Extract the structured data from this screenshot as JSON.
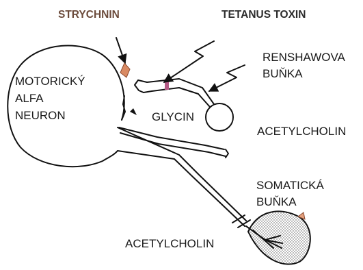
{
  "labels": {
    "strychnin": "STRYCHNIN",
    "tetanus_toxin": "TETANUS TOXIN",
    "neuron_line1": "MOTORICKÝ",
    "neuron_line2": "ALFA",
    "neuron_line3": "NEURON",
    "renshaw_line1": "RENSHAWOVA",
    "renshaw_line2": "BUŇKA",
    "glycin": "GLYCIN",
    "acetylcholin_right": "ACETYLCHOLIN",
    "somatic_line1": "SOMATICKÁ",
    "somatic_line2": "BUŇKA",
    "acetylcholin_bottom": "ACETYLCHOLIN"
  },
  "colors": {
    "line": "#111111",
    "strychnin_text": "#6b4a3a",
    "strychnin_marker": "#d98a63",
    "synapse_marker": "#b45a85",
    "muscle_tip": "#e3a07d",
    "muscle_dots": "#555555"
  }
}
